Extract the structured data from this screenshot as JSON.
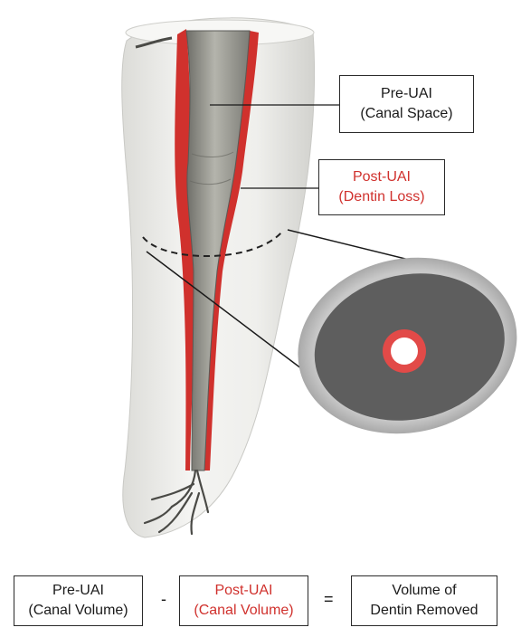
{
  "callouts": {
    "pre_uai": {
      "line1": "Pre-UAI",
      "line2": "(Canal Space)"
    },
    "post_uai": {
      "line1": "Post-UAI",
      "line2": "(Dentin Loss)"
    }
  },
  "equation": {
    "term1": {
      "line1": "Pre-UAI",
      "line2": "(Canal Volume)"
    },
    "minus": "-",
    "term2": {
      "line1": "Post-UAI",
      "line2": "(Canal Volume)"
    },
    "equals": "=",
    "result": {
      "line1": "Volume of",
      "line2": "Dentin Removed"
    }
  },
  "colors": {
    "accent_red": "#d0312d",
    "dentin_loss_red": "#e24a48",
    "tooth_white": "#ececea",
    "canal_gray": "#9a9a94",
    "cross_section_gray": "#5e5e5e"
  }
}
